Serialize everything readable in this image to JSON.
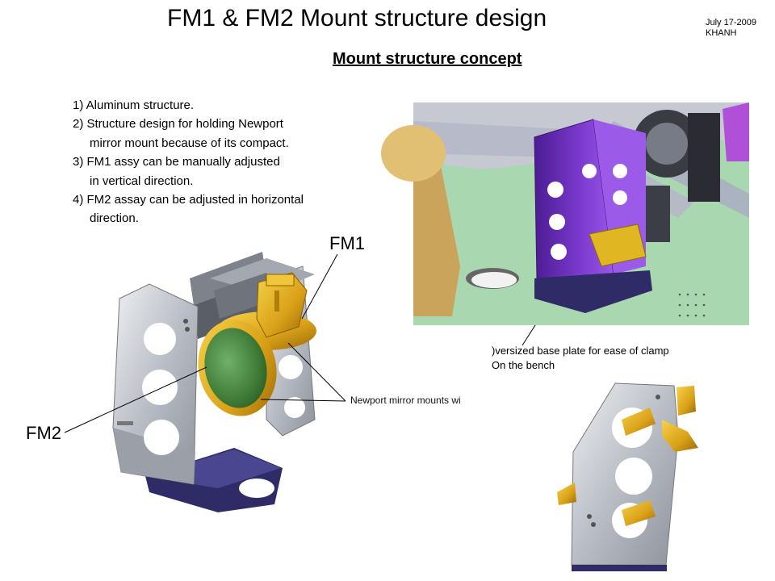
{
  "header": {
    "title": "FM1 & FM2 Mount structure design",
    "date": "July 17-2009",
    "author": "KHANH",
    "subtitle": "Mount structure concept"
  },
  "notes": [
    "1) Aluminum structure.",
    "2) Structure design for holding Newport",
    "mirror mount because of its compact.",
    "3) FM1 assy can be manually adjusted",
    "in vertical direction.",
    "4) FM2 assay can be adjusted in horizontal",
    "direction."
  ],
  "labels": {
    "fm1": "FM1",
    "fm2": "FM2"
  },
  "captions": {
    "base_line1": ")versized base plate for ease of clamp",
    "base_line2": "On the bench",
    "newport": "Newport mirror mounts wi"
  },
  "colors": {
    "metal": "#c9ccd2",
    "gold": "#e1ad1f",
    "mirror": "#4d8a3a",
    "base": "#2e2b66",
    "purple": "#7a36c8",
    "bench": "#a9d8b0"
  }
}
